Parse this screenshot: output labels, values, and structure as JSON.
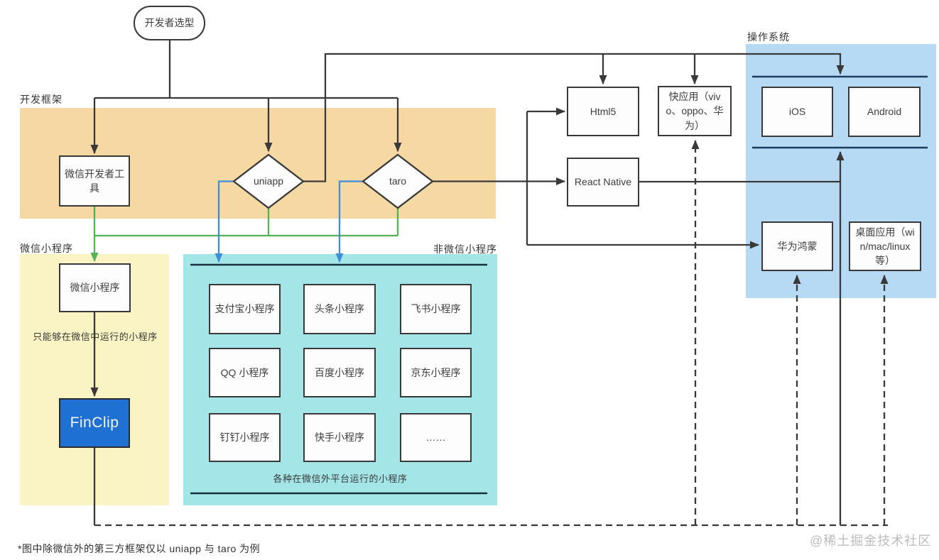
{
  "diagram": {
    "section_labels": {
      "dev_framework": "开发框架",
      "wechat_mini_program": "微信小程序",
      "non_wechat_mini_program": "非微信小程序",
      "operating_system": "操作系统"
    },
    "nodes": {
      "dev_selection": "开发者选型",
      "wechat_devtools": "微信开发者工具",
      "uniapp": "uniapp",
      "taro": "taro",
      "html5": "Html5",
      "quick_app": "快应用（vivo、oppo、华为）",
      "react_native": "React Native",
      "ios": "iOS",
      "android": "Android",
      "harmony": "华为鸿蒙",
      "desktop_app": "桌面应用（win/mac/linux 等）",
      "wechat_mp_box": "微信小程序",
      "finclip": "FinClip",
      "mini_programs": [
        "支付宝小程序",
        "头条小程序",
        "飞书小程序",
        "QQ 小程序",
        "百度小程序",
        "京东小程序",
        "钉钉小程序",
        "快手小程序",
        "……"
      ]
    },
    "notes": {
      "wechat_only": "只能够在微信中运行的小程序",
      "non_wechat_desc": "各种在微信外平台运行的小程序",
      "footnote": "*图中除微信外的第三方框架仅以 uniapp 与 taro 为例",
      "watermark": "@稀土掘金技术社区"
    },
    "colors": {
      "framework_band": "#f6d8a2",
      "wechat_band": "#faf3c4",
      "non_wechat_band": "#a4e5e8",
      "os_band": "#b7daf4",
      "finclip_blue": "#1e71d3",
      "green_connector": "#53b156",
      "blue_connector": "#3e8ed9",
      "line_dark": "#393939"
    }
  }
}
